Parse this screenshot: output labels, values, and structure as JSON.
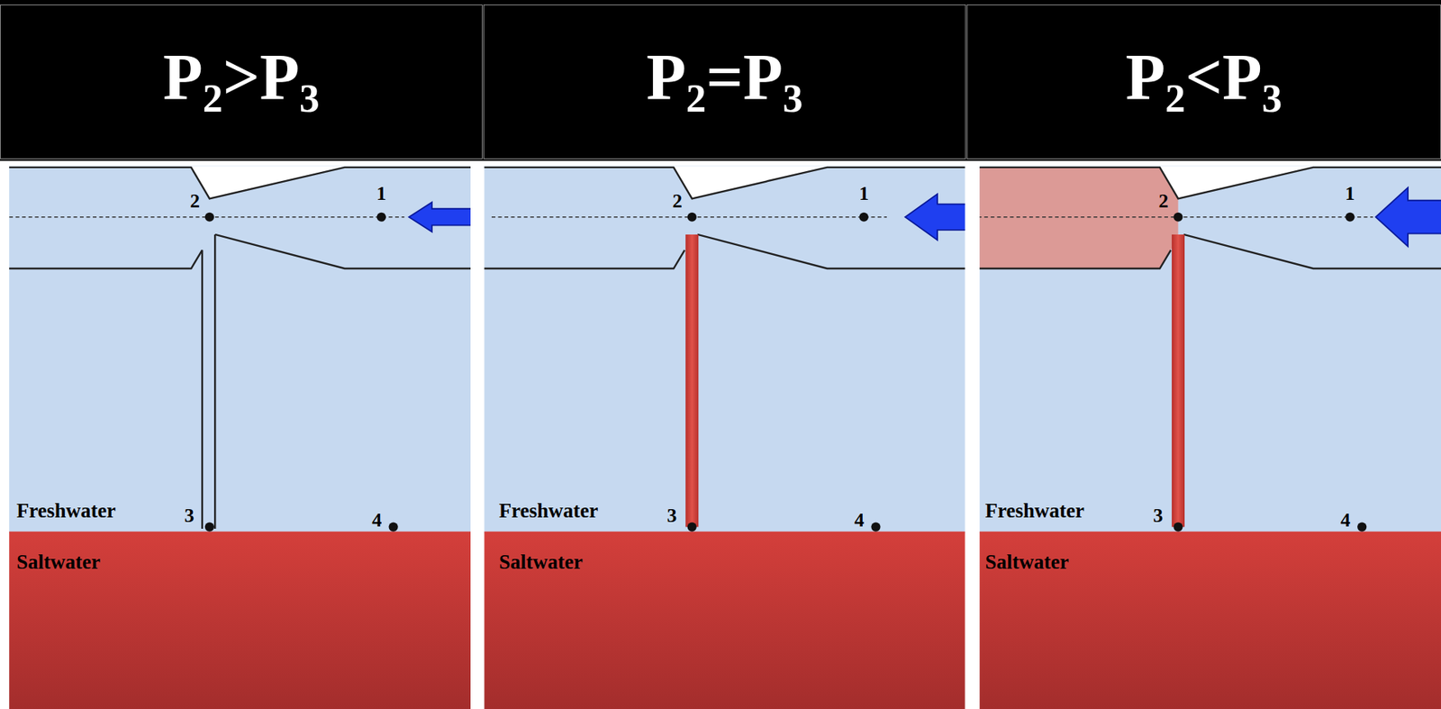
{
  "diagram": {
    "nodes": [
      {
        "text": [
          "P2>P3"
        ]
      },
      {
        "text": [
          "P2=P3"
        ]
      },
      {
        "text": [
          "P2<P3"
        ]
      }
    ],
    "labels": [
      "2",
      "1",
      "Freshwater",
      "3",
      "4",
      "Saltwater",
      "2",
      "1",
      "Freshwater",
      "3",
      "4",
      "Saltwater",
      "2",
      "1",
      "Freshwater",
      "3",
      "4",
      "Saltwater"
    ]
  }
}
